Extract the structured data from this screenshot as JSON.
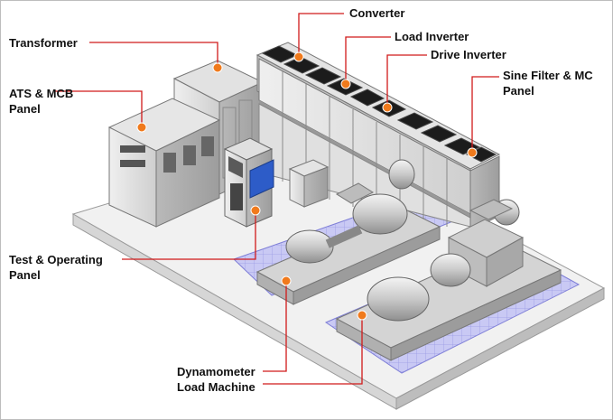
{
  "labels": {
    "converter": "Converter",
    "load_inverter": "Load Inverter",
    "drive_inverter": "Drive Inverter",
    "sine_filter_line1": "Sine Filter & MC",
    "sine_filter_line2": "Panel",
    "transformer": "Transformer",
    "ats_line1": "ATS & MCB",
    "ats_line2": "Panel",
    "test_line1": "Test & Operating",
    "test_line2": "Panel",
    "dyno_line1": "Dynamometer",
    "dyno_line2": "Load Machine"
  },
  "colors": {
    "leader_line": "#d11a1a",
    "marker": "#f07a1c",
    "floor_grid": "#8888dd",
    "cabinet": "#d8d8d8",
    "cabinet_top_fan": "#1a1a1a",
    "screen": "#2d5cc8"
  }
}
